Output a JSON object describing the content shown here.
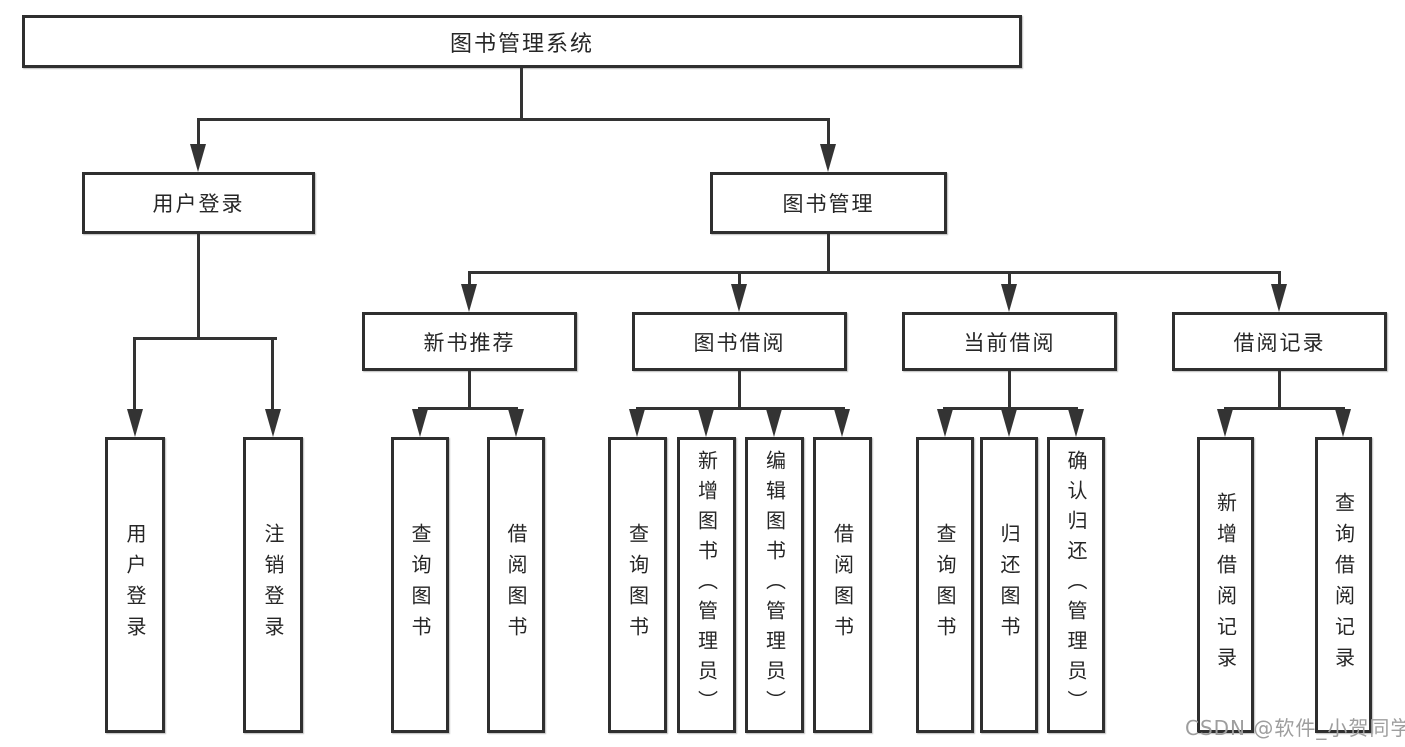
{
  "tree": {
    "root": {
      "label": "图书管理系统",
      "children": [
        {
          "label": "用户登录",
          "children": [
            {
              "label": "用户登录"
            },
            {
              "label": "注销登录"
            }
          ]
        },
        {
          "label": "图书管理",
          "children": [
            {
              "label": "新书推荐",
              "children": [
                {
                  "label": "查询图书"
                },
                {
                  "label": "借阅图书"
                }
              ]
            },
            {
              "label": "图书借阅",
              "children": [
                {
                  "label": "查询图书"
                },
                {
                  "label": "新增图书（管理员）"
                },
                {
                  "label": "编辑图书（管理员）"
                },
                {
                  "label": "借阅图书"
                }
              ]
            },
            {
              "label": "当前借阅",
              "children": [
                {
                  "label": "查询图书"
                },
                {
                  "label": "归还图书"
                },
                {
                  "label": "确认归还（管理员）"
                }
              ]
            },
            {
              "label": "借阅记录",
              "children": [
                {
                  "label": "新增借阅记录"
                },
                {
                  "label": "查询借阅记录"
                }
              ]
            }
          ]
        }
      ]
    }
  },
  "watermark": {
    "text": "CSDN @软件_小贺同学"
  },
  "colors": {
    "line": "#333333",
    "box_border": "#2f2f2f",
    "text": "#262626",
    "watermark": "#9e9e9e",
    "background": "#ffffff"
  }
}
